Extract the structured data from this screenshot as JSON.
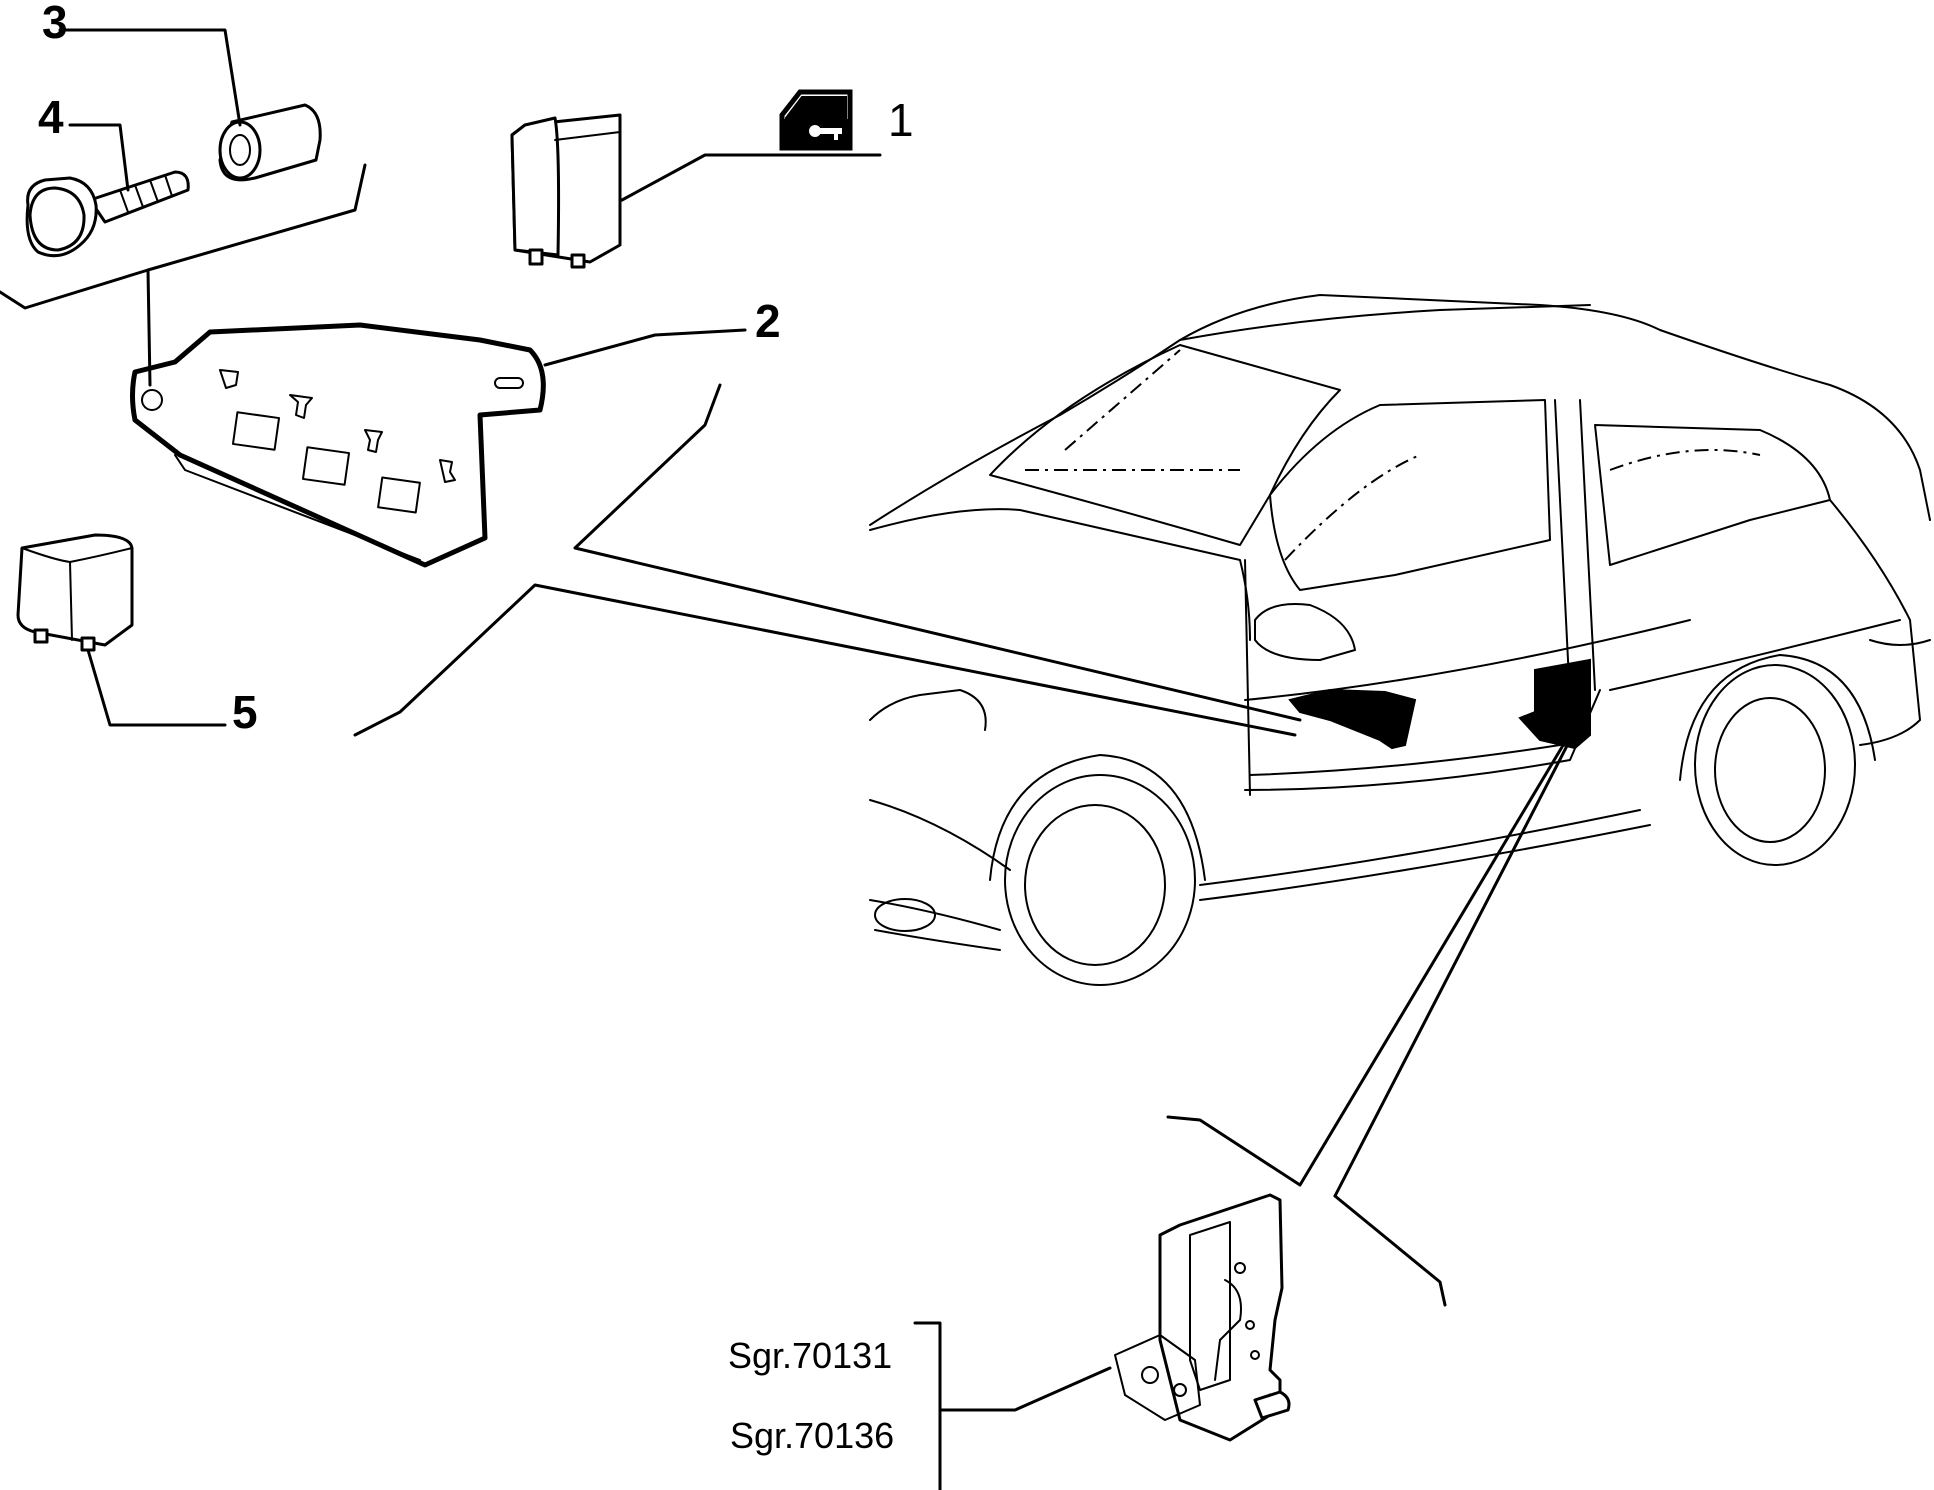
{
  "callouts": {
    "c1": "1",
    "c2": "2",
    "c3": "3",
    "c4": "4",
    "c5": "5"
  },
  "references": {
    "ref1": "Sgr.70131",
    "ref2": "Sgr.70136"
  },
  "icons": {
    "door_key": "door-with-key-icon"
  }
}
